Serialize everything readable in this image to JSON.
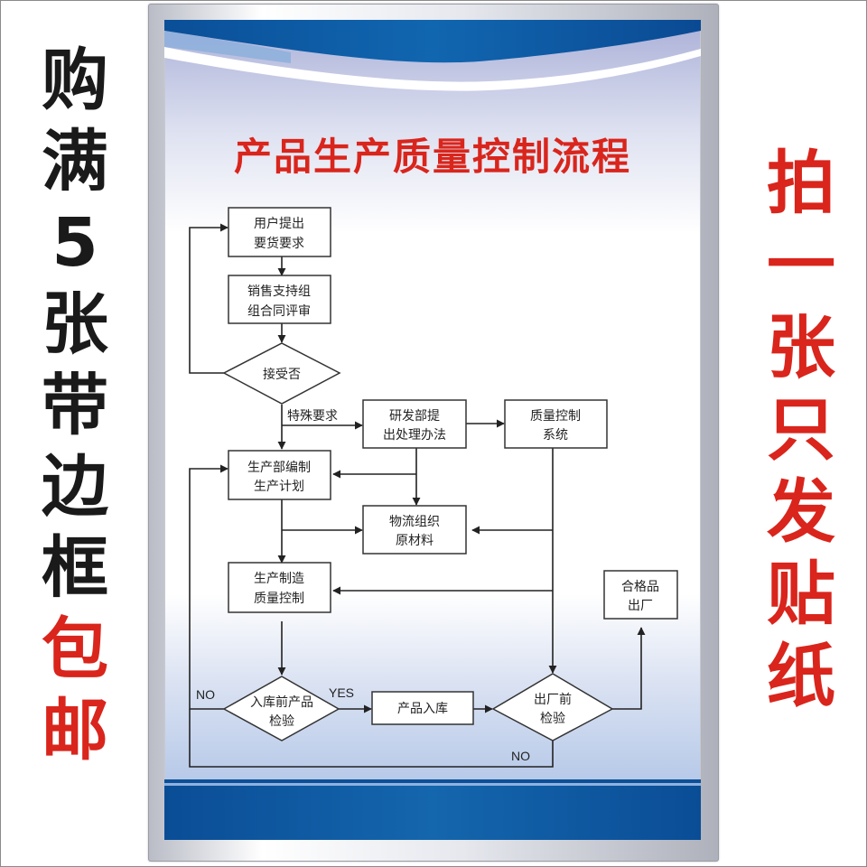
{
  "promo_left": {
    "lines": [
      "购",
      "满",
      "5",
      "张",
      "带",
      "边",
      "框",
      "包",
      "邮"
    ],
    "colors": [
      "black",
      "black",
      "black",
      "black",
      "black",
      "black",
      "black",
      "red",
      "red"
    ]
  },
  "promo_right": {
    "lines": [
      "拍",
      "一",
      "张",
      "只",
      "发",
      "贴",
      "纸"
    ],
    "colors": [
      "red",
      "red",
      "red",
      "red",
      "red",
      "red",
      "red"
    ]
  },
  "poster": {
    "title": "产品生产质量控制流程",
    "colors": {
      "title": "#d9251c",
      "header_blue": "#0b56a0",
      "footer_blue": "#0b56a0",
      "line": "#222222"
    }
  },
  "flowchart": {
    "nodes": {
      "user_request": [
        "用户提出",
        "要货要求"
      ],
      "sales_review": [
        "销售支持组",
        "组合同评审"
      ],
      "accept": [
        "接受否"
      ],
      "rd_solution": [
        "研发部提",
        "出处理办法"
      ],
      "qc_system": [
        "质量控制",
        "系统"
      ],
      "production_plan": [
        "生产部编制",
        "生产计划"
      ],
      "logistics": [
        "物流组织",
        "原材料"
      ],
      "manufacturing": [
        "生产制造",
        "质量控制"
      ],
      "pre_storage_inspect": [
        "入库前产品",
        "检验"
      ],
      "storage": [
        "产品入库"
      ],
      "pre_shipment_inspect": [
        "出厂前",
        "检验"
      ],
      "qualified_ship": [
        "合格品",
        "出厂"
      ]
    },
    "labels": {
      "special_request": "特殊要求",
      "yes": "YES",
      "no_left": "NO",
      "no_bottom": "NO"
    }
  }
}
